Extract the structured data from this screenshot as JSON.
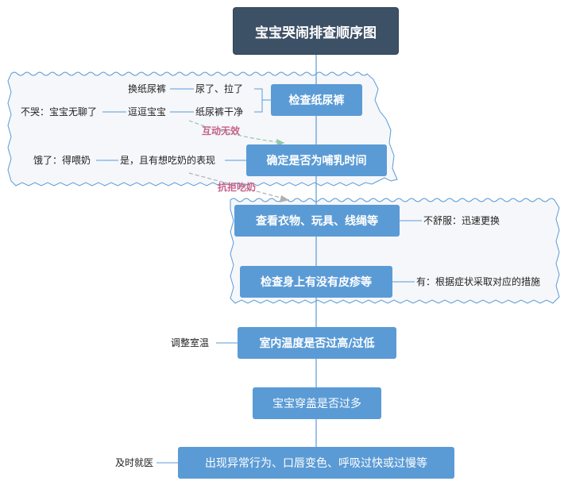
{
  "colors": {
    "root_bg": "#3d5166",
    "node_bg": "#5b9bd5",
    "line": "#5b9bd5",
    "relation_text": "#c8608a",
    "relation_line": "#8fc8a8",
    "boundary_fill": "#f5f7fa",
    "boundary_stroke": "#5b9bd5"
  },
  "root": {
    "title": "宝宝哭闹排查顺序图"
  },
  "steps": [
    {
      "label": "检查纸尿裤"
    },
    {
      "label": "确定是否为哺乳时间"
    },
    {
      "label": "查看衣物、玩具、线绳等"
    },
    {
      "label": "检查身上有没有皮疹等"
    },
    {
      "label": "室内温度是否过高/过低"
    },
    {
      "label": "宝宝穿盖是否过多"
    },
    {
      "label": "出现异常行为、口唇变色、呼吸过快或过慢等"
    }
  ],
  "branches": {
    "diaper_1": "尿了、拉了",
    "diaper_1_child": "换纸尿裤",
    "diaper_2": "纸尿裤干净",
    "diaper_2_child": "逗逗宝宝",
    "diaper_2_grandchild": "不哭：宝宝无聊了",
    "feeding_1": "是，且有想吃奶的表现",
    "feeding_1_child": "饿了：得喂奶",
    "clothes": "不舒服：迅速更换",
    "rash": "有：根据症状采取对应的措施",
    "temperature": "调整室温",
    "abnormal": "及时就医"
  },
  "relationships": [
    {
      "label": "互动无效"
    },
    {
      "label": "抗拒吃奶"
    }
  ]
}
